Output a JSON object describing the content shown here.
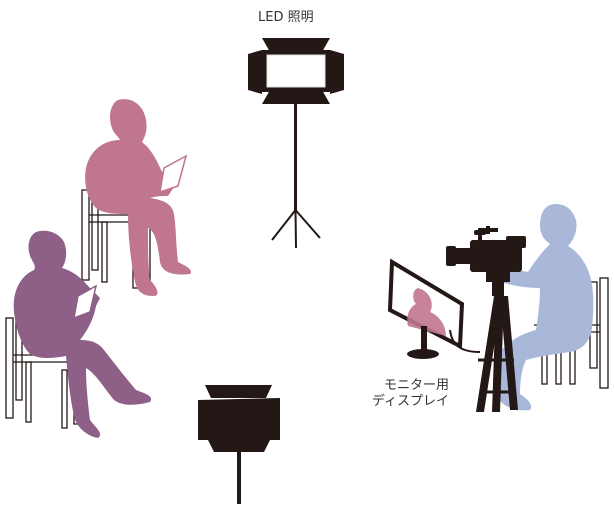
{
  "labels": {
    "led_light": "LED 照明",
    "monitor_line1": "モニター用",
    "monitor_line2": "ディスプレイ"
  },
  "colors": {
    "person_pink": "#c0768f",
    "person_purple": "#8e6087",
    "person_blue": "#a9b8d9",
    "equipment_black": "#231815",
    "chair_outline": "#231815",
    "light_panel": "#ffffff"
  },
  "figures": [
    {
      "name": "pink-seated-person-icon"
    },
    {
      "name": "purple-seated-person-icon"
    },
    {
      "name": "blue-camera-operator-icon"
    }
  ]
}
